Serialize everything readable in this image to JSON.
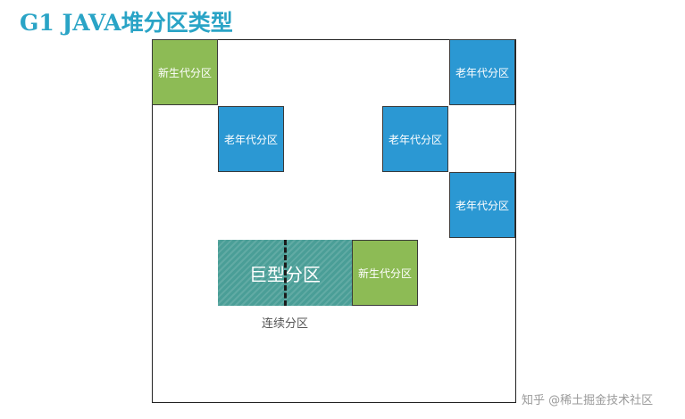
{
  "title": "G1 JAVA堆分区类型",
  "regions": {
    "young_label": "新生代分区",
    "old_label": "老年代分区",
    "humongous_label": "巨型分区",
    "contiguous_label": "连续分区"
  },
  "watermark": "知乎 @稀土掘金技术社区",
  "colors": {
    "title": "#2aa4c6",
    "young": "#8dbb55",
    "old": "#2b98d3",
    "humongous": "#4a9e97",
    "border": "#222222"
  }
}
